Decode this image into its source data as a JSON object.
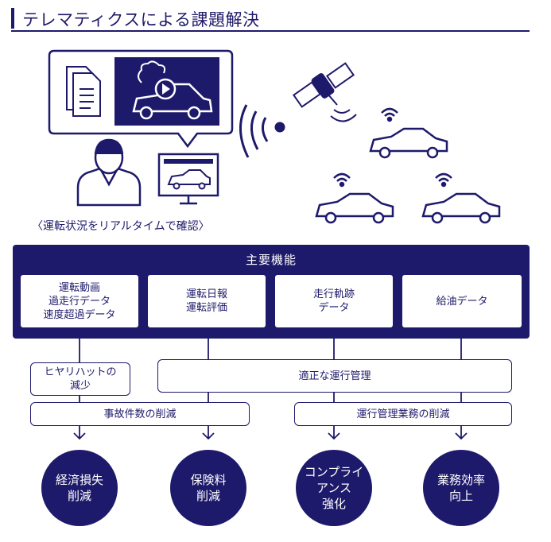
{
  "header": {
    "title": "テレマティクスによる課題解決"
  },
  "caption": "〈運転状況をリアルタイムで確認〉",
  "main_function": {
    "title": "主要機能",
    "items": [
      {
        "label": "運転動画\n過走行データ\n速度超過データ"
      },
      {
        "label": "運転日報\n運転評価"
      },
      {
        "label": "走行軌跡\nデータ"
      },
      {
        "label": "給油データ"
      }
    ]
  },
  "effects": {
    "near_miss": "ヒヤリハットの\n減少",
    "proper_management": "適正な運行管理",
    "accident_reduction": "事故件数の削減",
    "workload_reduction": "運行管理業務の削減"
  },
  "outcomes": [
    {
      "label": "経済損失\n削減"
    },
    {
      "label": "保険料\n削減"
    },
    {
      "label": "コンプライ\nアンス\n強化"
    },
    {
      "label": "業務効率\n向上"
    }
  ],
  "colors": {
    "primary": "#1e1a6b",
    "background": "#ffffff"
  },
  "icons": [
    "document-icon",
    "video-car-icon",
    "person-icon",
    "monitor-icon",
    "satellite-icon",
    "signal-wave-icon",
    "car-icon"
  ]
}
